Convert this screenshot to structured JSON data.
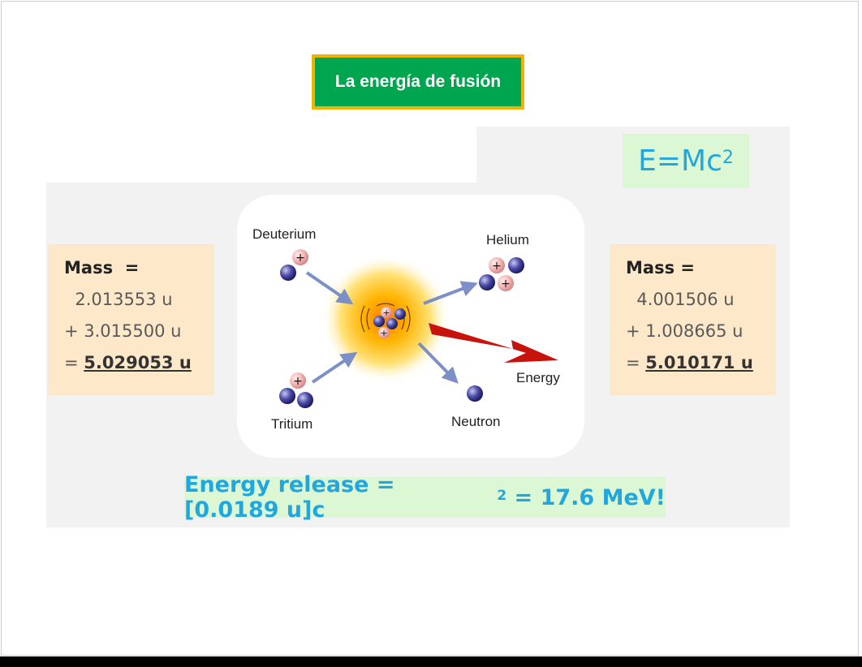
{
  "title": "La energía de fusión",
  "formula": {
    "base": "E=Mc",
    "exponent": "2"
  },
  "mass_left": {
    "heading": "Mass  =",
    "line1": "  2.013553 u",
    "line2": "+ 3.015500 u",
    "prefix": "= ",
    "total": "5.029053 u"
  },
  "mass_right": {
    "heading": "Mass =",
    "line1": "  4.001506 u",
    "line2": "+ 1.008665 u",
    "prefix": "= ",
    "total": "5.010171 u"
  },
  "diagram": {
    "deuterium": "Deuterium",
    "tritium": "Tritium",
    "helium": "Helium",
    "neutron": "Neutron",
    "energy": "Energy"
  },
  "energy_release": {
    "lead": "Energy release = [0.0189 u]c",
    "exponent": "2",
    "tail": " = 17.6 MeV!"
  },
  "colors": {
    "title_bg": "#00a54f",
    "title_border": "#f0b400",
    "accent_text": "#20a7e0",
    "mass_box_bg": "#fde9c9",
    "green_box_bg": "#dcf7d4",
    "energy_arrow": "#c8120c"
  }
}
